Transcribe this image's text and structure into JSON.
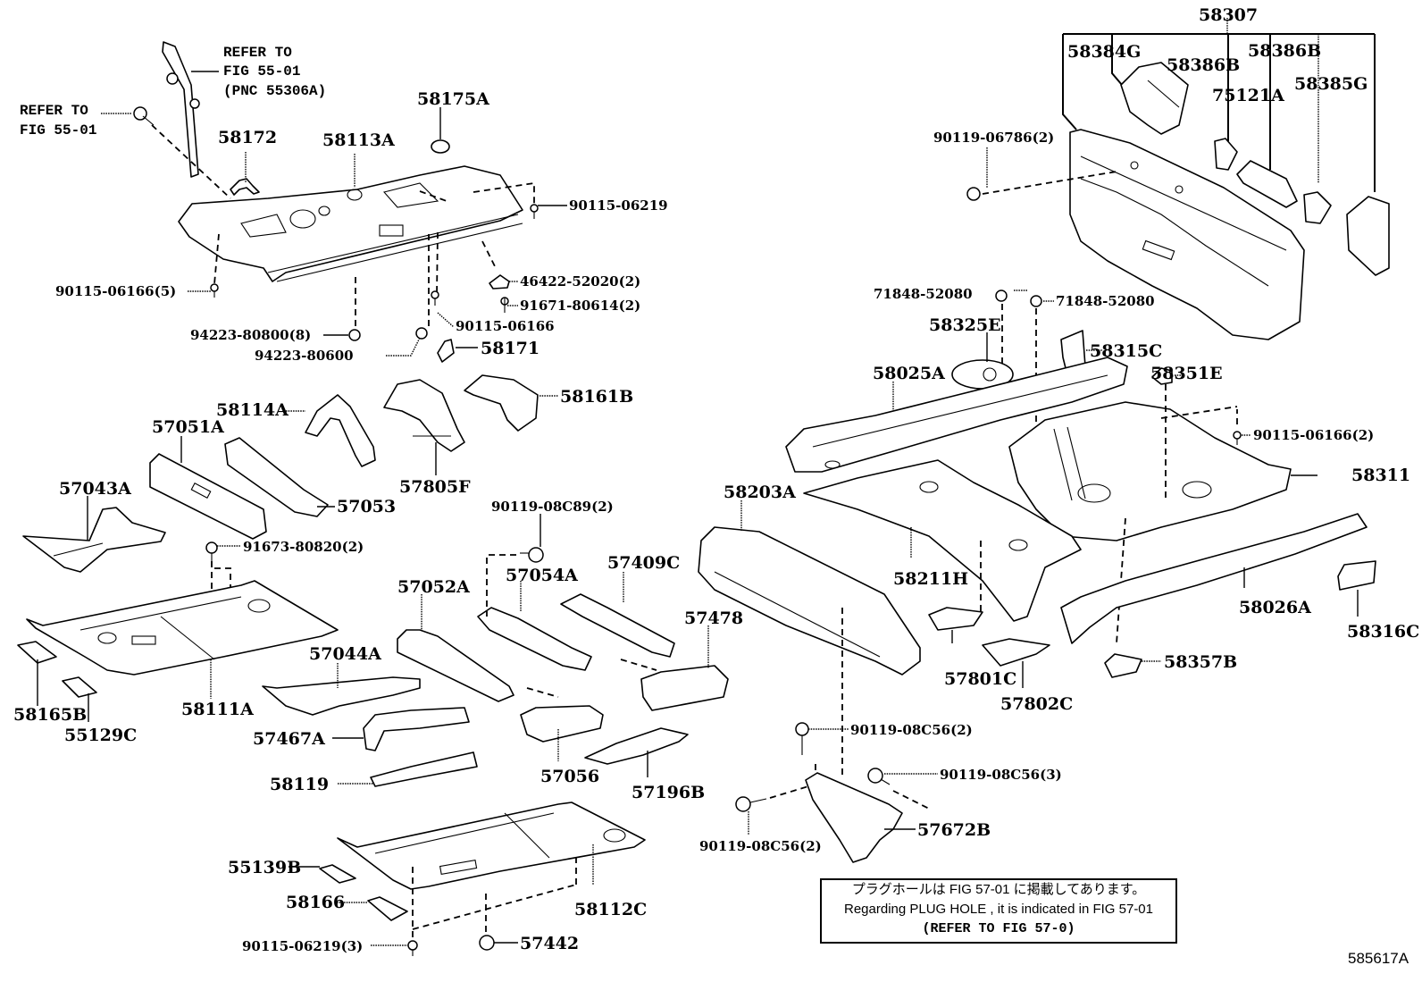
{
  "diagram": {
    "figure_id": "585617A",
    "references": [
      {
        "id": "ref-upper",
        "lines": [
          "REFER TO",
          "FIG 55-01",
          "(PNC 55306A)"
        ]
      },
      {
        "id": "ref-left",
        "lines": [
          "REFER TO",
          "FIG 55-01"
        ]
      }
    ],
    "labels": {
      "p58172": "58172",
      "p58113A": "58113A",
      "p58175A": "58175A",
      "p90115_06219": "90115-06219",
      "p90115_06166_5": "90115-06166(5)",
      "p46422_52020_2": "46422-52020(2)",
      "p91671_80614_2": "91671-80614(2)",
      "p90115_06166": "90115-06166",
      "p94223_80800_8": "94223-80800(8)",
      "p94223_80600": "94223-80600",
      "p58171": "58171",
      "p58114A": "58114A",
      "p58161B": "58161B",
      "p57051A": "57051A",
      "p57043A": "57043A",
      "p57053": "57053",
      "p57805F": "57805F",
      "p91673_80820_2": "91673-80820(2)",
      "p90119_08C89_2": "90119-08C89(2)",
      "p57054A": "57054A",
      "p57409C": "57409C",
      "p57052A": "57052A",
      "p57478": "57478",
      "p57044A": "57044A",
      "p58111A": "58111A",
      "p58165B": "58165B",
      "p55129C": "55129C",
      "p57467A": "57467A",
      "p58119": "58119",
      "p57056": "57056",
      "p57196B": "57196B",
      "p55139B": "55139B",
      "p58166": "58166",
      "p58112C": "58112C",
      "p90115_06219_3": "90115-06219(3)",
      "p57442": "57442",
      "p58307": "58307",
      "p58384G": "58384G",
      "p58386B_a": "58386B",
      "p58386B_b": "58386B",
      "p75121A": "75121A",
      "p58385G": "58385G",
      "p90119_06786_2": "90119-06786(2)",
      "p71848_52080_a": "71848-52080",
      "p71848_52080_b": "71848-52080",
      "p58325E": "58325E",
      "p58315C": "58315C",
      "p58025A": "58025A",
      "p58351E": "58351E",
      "p90115_06166_2": "90115-06166(2)",
      "p58311": "58311",
      "p58203A": "58203A",
      "p58211H": "58211H",
      "p58026A": "58026A",
      "p58316C": "58316C",
      "p57801C": "57801C",
      "p58357B": "58357B",
      "p57802C": "57802C",
      "p90119_08C56_2a": "90119-08C56(2)",
      "p90119_08C56_3": "90119-08C56(3)",
      "p90119_08C56_2b": "90119-08C56(2)",
      "p57672B": "57672B"
    },
    "note": {
      "line_jp": "プラグホールは FIG 57-01 に掲載してあります。",
      "line_en": "Regarding  PLUG  HOLE , it is indicated in FIG  57-01",
      "line_ref": "(REFER TO FIG 57-0)"
    }
  }
}
